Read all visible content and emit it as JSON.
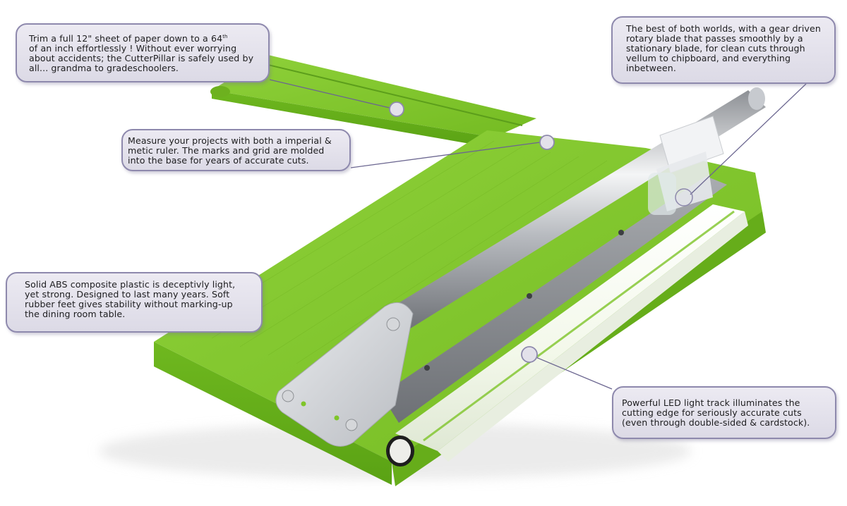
{
  "image": {
    "subject": "CutterPillar green paper trimmer with LED light track",
    "colors": {
      "base_green": "#7fc52a",
      "base_green_dark": "#5ea31a",
      "steel": "#c9ccd0",
      "callout_fill": "#e3e1ea",
      "callout_border": "#8e89ad",
      "connector_line": "#6b6690"
    }
  },
  "callouts": {
    "trim": {
      "line1": "Trim a full 12\" sheet of paper down to a 64",
      "line1_sup": "th",
      "rest": "\nof an inch effortlessly !   Without ever worrying\nabout accidents; the CutterPillar is safely used by\nall... grandma to gradeschoolers."
    },
    "rotary": {
      "text": "The best of both worlds, with a gear driven\nrotary blade that passes smoothly by a\nstationary blade, for clean cuts through\nvellum to chipboard, and everything\ninbetween."
    },
    "ruler": {
      "text": "Measure your projects with both a imperial &\nmetic ruler.  The marks and grid are molded\ninto the base for years of accurate cuts."
    },
    "abs": {
      "text": "Solid ABS composite plastic is deceptivly light,\nyet strong.  Designed to last many years.  Soft\nrubber feet gives stability without marking-up\nthe dining room table."
    },
    "led": {
      "text": "Powerful LED light track illuminates the\ncutting edge for seriously accurate cuts\n(even through double-sided & cardstock)."
    }
  }
}
